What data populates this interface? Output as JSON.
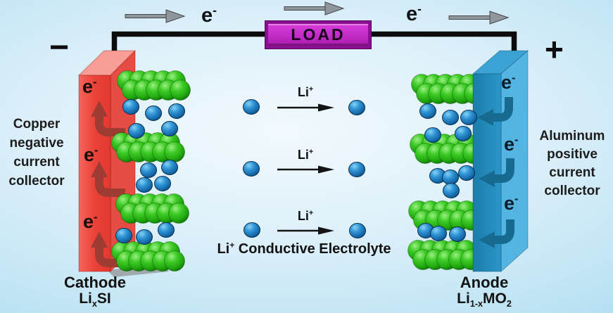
{
  "palette": {
    "background_sky": "#cdeaf7",
    "wire": "#0d0d0d",
    "load_fill": "#c22cc6",
    "cathode_red": "#ee4a41",
    "anode_blue": "#2590c2",
    "layer_green": "#2eb31c",
    "ion_blue": "#2f93d4",
    "cathode_arrow_dark_red": "#9e3b33",
    "anode_arrow_dark_teal": "#176b90",
    "electron_arrow_gray": "#8f979c"
  },
  "circuit": {
    "electron_left": "e<sup>-</sup>",
    "electron_right": "e<sup>-</sup>",
    "load_label": "LOAD"
  },
  "cathode": {
    "terminal_sign": "−",
    "collector_label": "Copper negative current collector",
    "electron_label": "e<sup>-</sup>",
    "name": "Cathode",
    "formula": "Li<sub>x</sub>SI"
  },
  "anode": {
    "terminal_sign": "+",
    "collector_label": "Aluminum positive current collector",
    "electron_label": "e<sup>-</sup>",
    "name": "Anode",
    "formula": "Li<sub>1-x</sub>MO<sub>2</sub>"
  },
  "electrolyte": {
    "ion_label": "Li<sup>+</sup>",
    "caption": "Li<sup>+</sup> Conductive Electrolyte"
  }
}
